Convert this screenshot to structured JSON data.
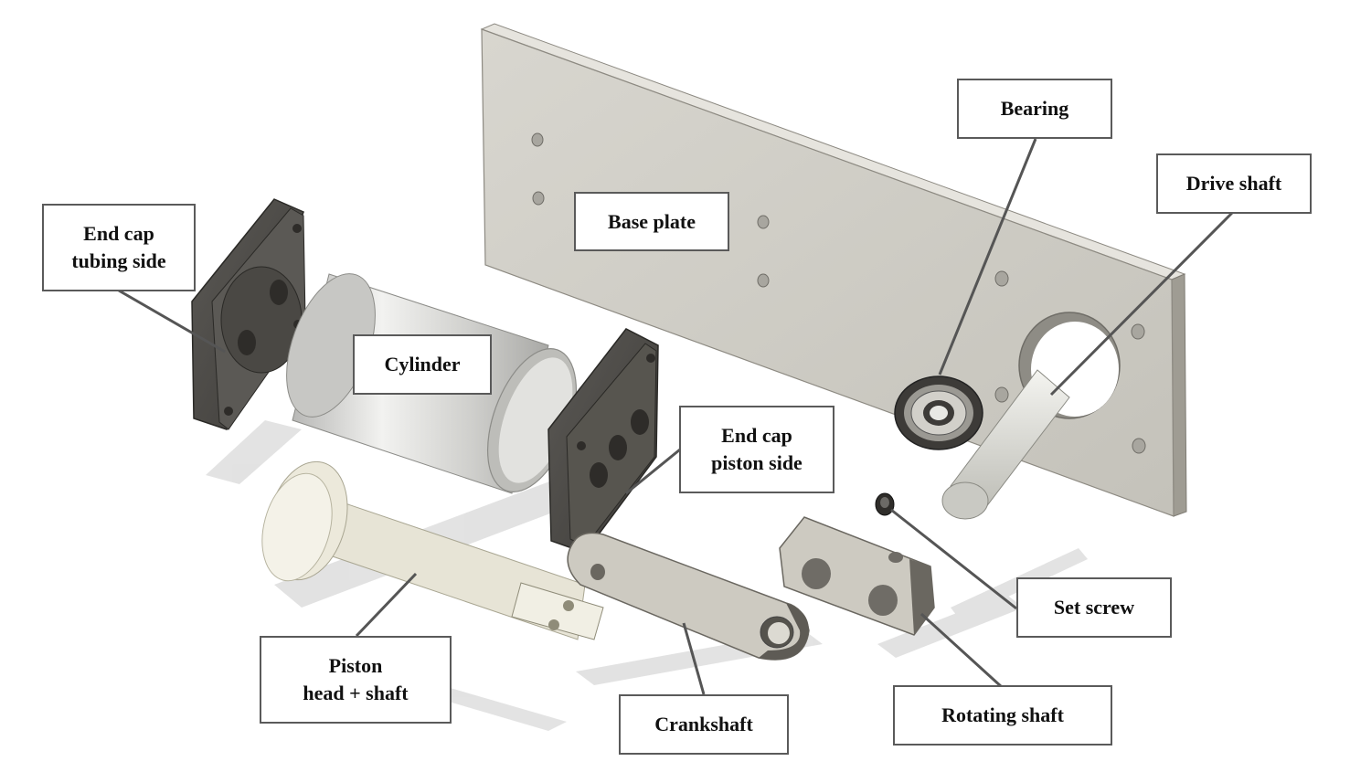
{
  "diagram": {
    "labels": {
      "end_cap_tubing": "End cap\ntubing side",
      "base_plate": "Base plate",
      "bearing": "Bearing",
      "drive_shaft": "Drive shaft",
      "cylinder": "Cylinder",
      "end_cap_piston": "End cap\npiston side",
      "set_screw": "Set screw",
      "piston": "Piston\nhead + shaft",
      "crankshaft": "Crankshaft",
      "rotating_shaft": "Rotating shaft"
    },
    "colors": {
      "plate": "#cfcdc6",
      "plate_edge": "#9a978e",
      "end_cap": "#4d4b47",
      "cylinder": "#d6d6d4",
      "piston": "#e9e6d8",
      "drive_shaft": "#dcdcd6",
      "crank": "#c9c6bd",
      "shadow": "#dcdcdc",
      "leader": "#555555"
    }
  }
}
